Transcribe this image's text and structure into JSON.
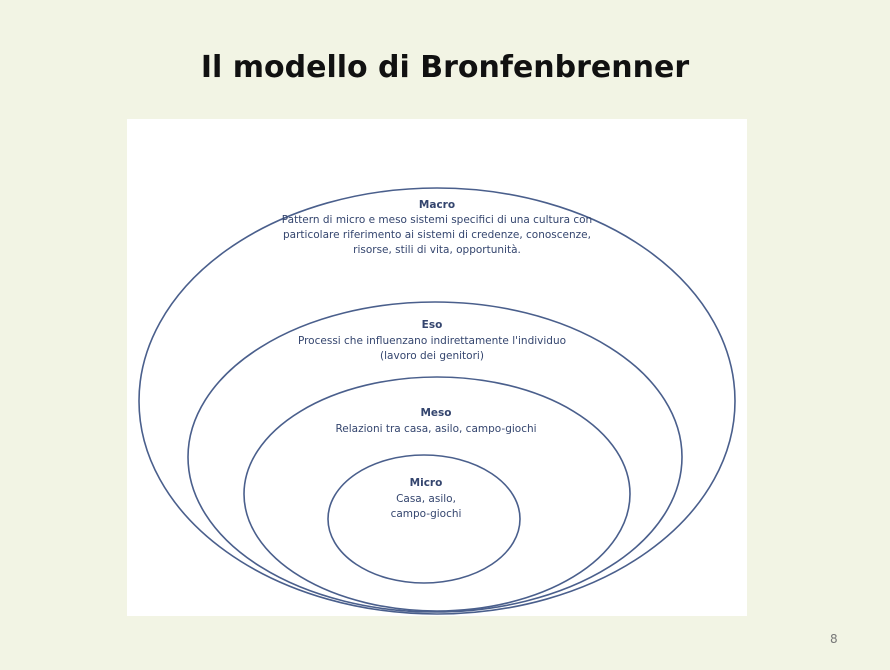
{
  "slide": {
    "title": "Il modello di Bronfenbrenner",
    "page_number": "8"
  },
  "diagram": {
    "ring_color": "#4a5f8c",
    "text_color": "#34456e",
    "levels": {
      "macro": {
        "title": "Macro",
        "lines": [
          "Pattern di micro e meso sistemi specifici di una cultura con",
          "particolare riferimento ai sistemi di credenze, conoscenze,",
          "risorse, stili di vita, opportunità."
        ]
      },
      "eso": {
        "title": "Eso",
        "lines": [
          "Processi che influenzano indirettamente l'individuo",
          "(lavoro dei genitori)"
        ]
      },
      "meso": {
        "title": "Meso",
        "lines": [
          "Relazioni tra casa, asilo, campo-giochi"
        ]
      },
      "micro": {
        "title": "Micro",
        "lines": [
          "Casa, asilo,",
          "campo-giochi"
        ]
      }
    }
  }
}
